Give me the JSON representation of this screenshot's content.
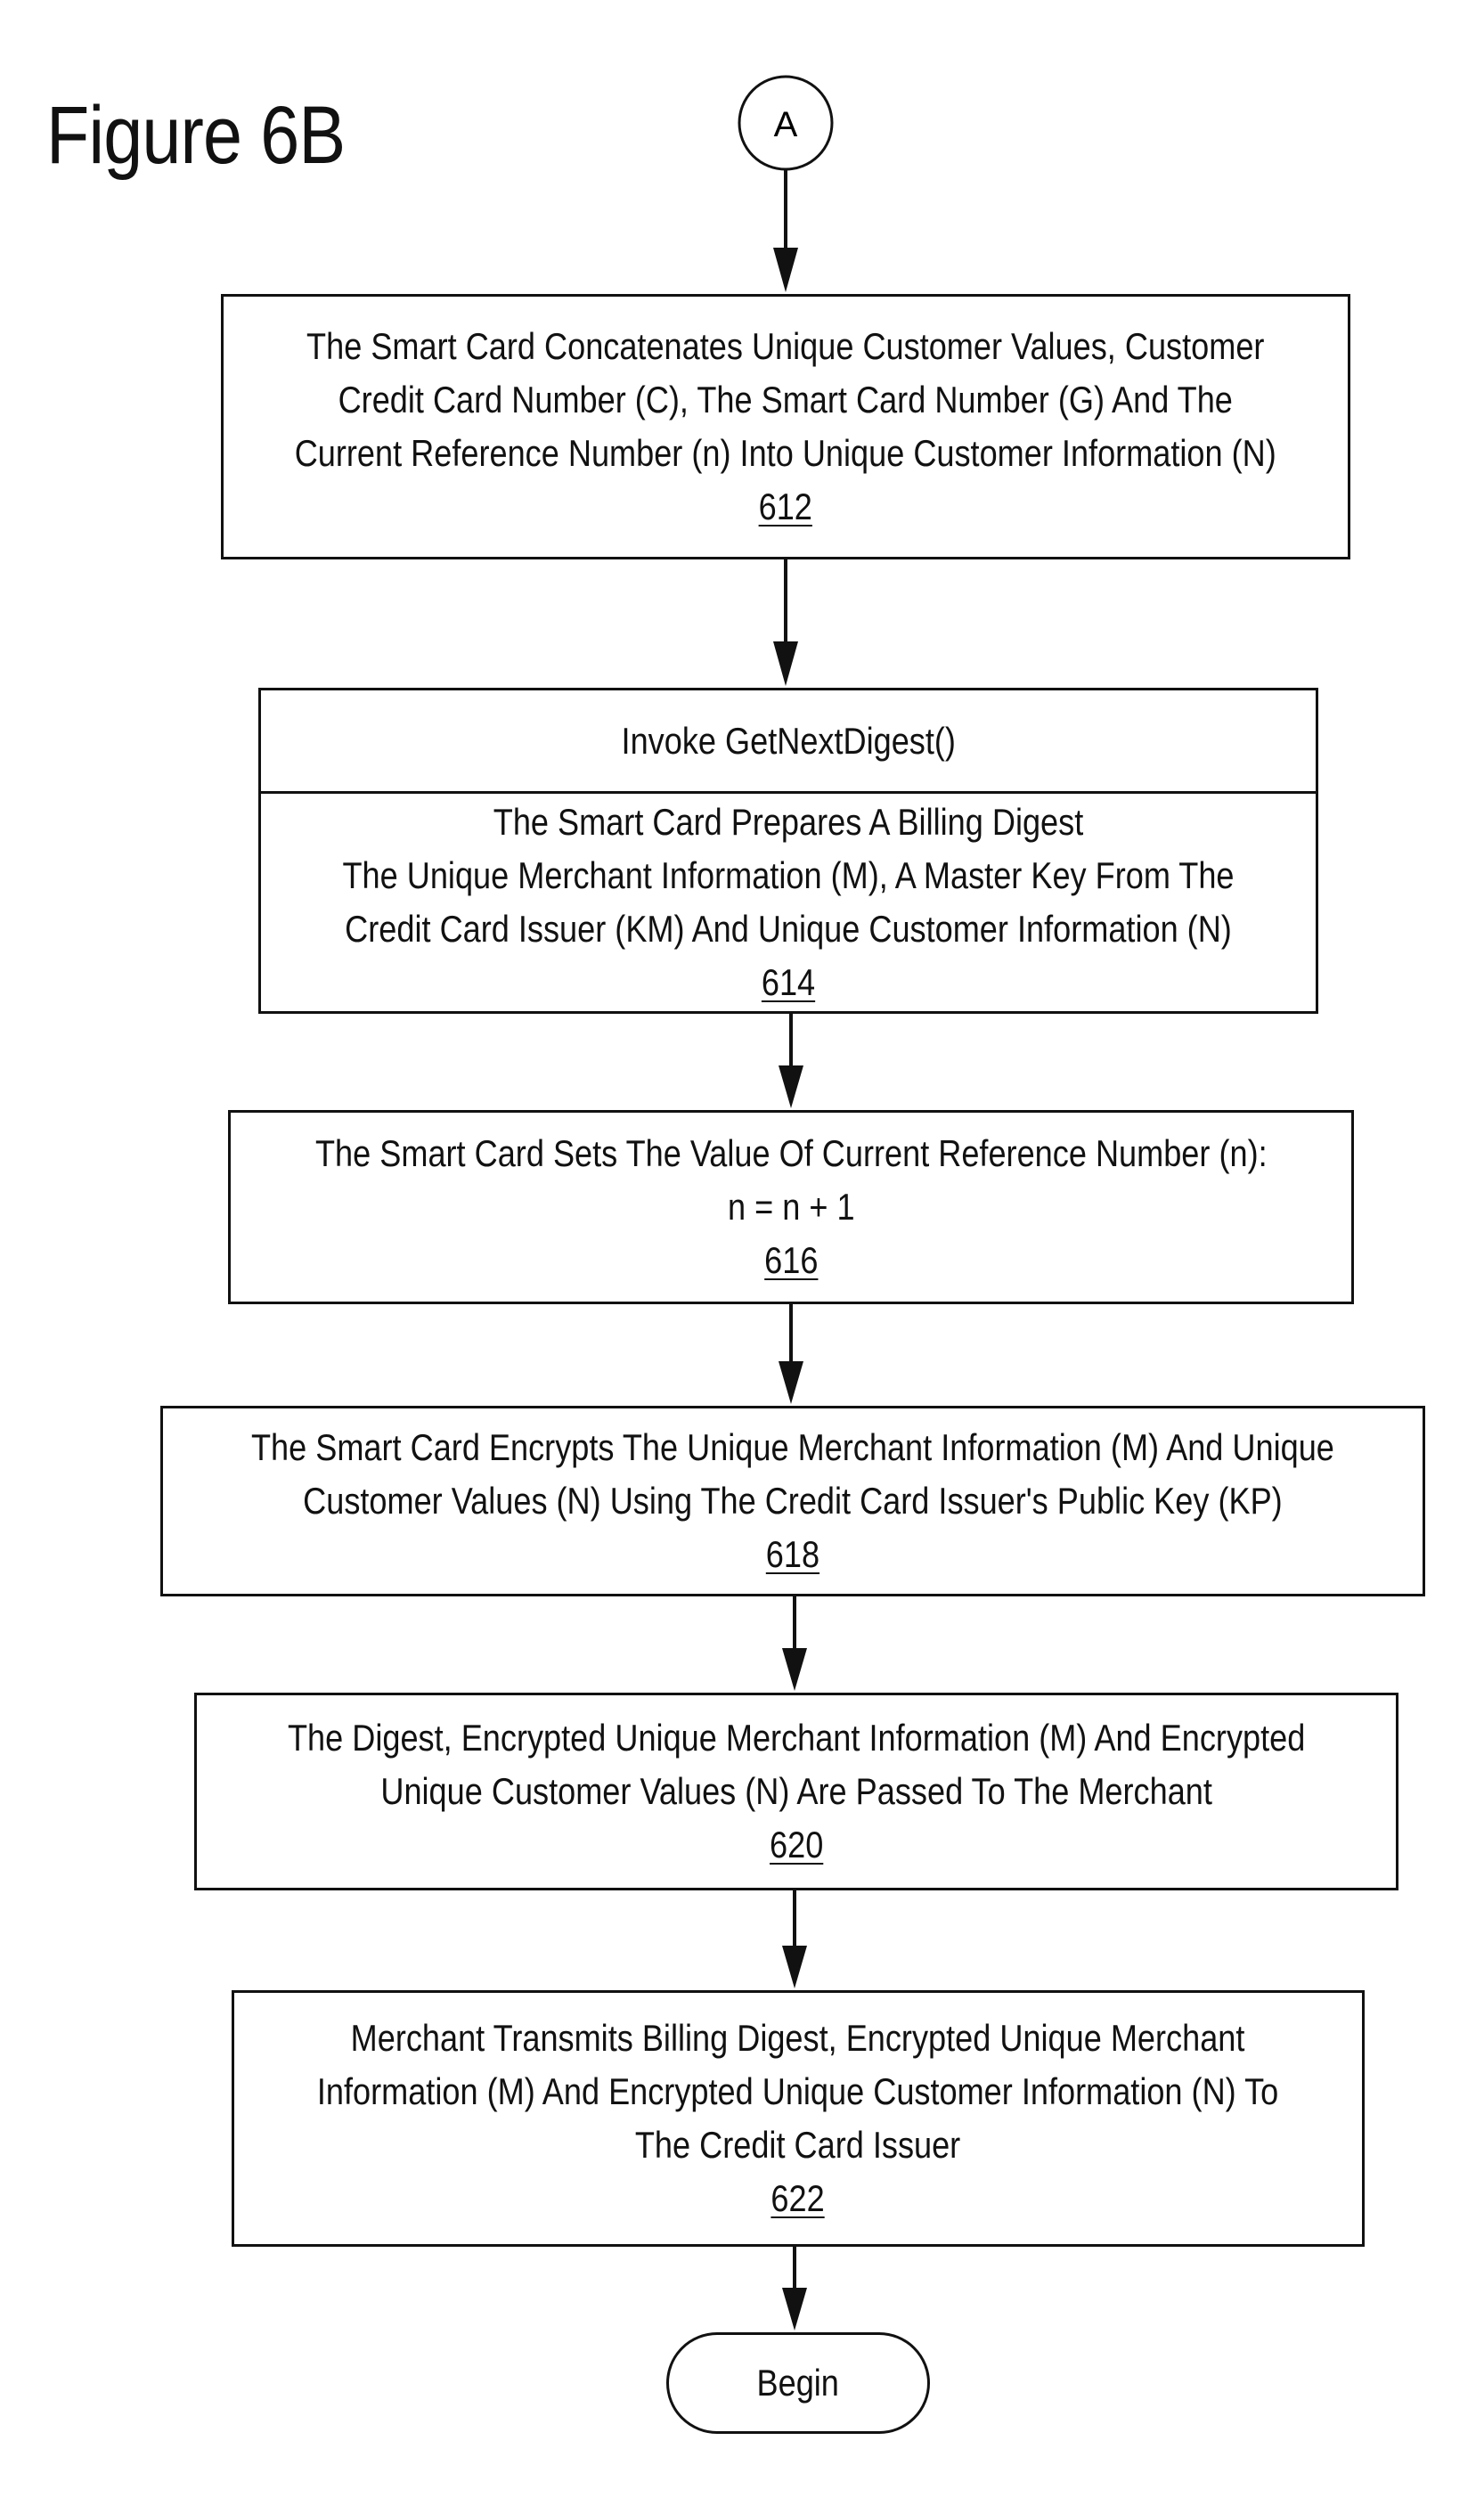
{
  "figure_title": "Figure 6B",
  "connector_top": "A",
  "connector_bottom": "Begin",
  "steps": [
    {
      "lines": [
        "The Smart Card Concatenates Unique Customer Values,  Customer",
        "Credit Card Number (C), The Smart Card Number (G) And The",
        "Current Reference Number (n) Into Unique Customer Information (N)"
      ],
      "ref": "612"
    },
    {
      "header": "Invoke GetNextDigest()",
      "lines": [
        "The Smart Card Prepares A Billing Digest",
        "The Unique Merchant Information (M), A Master Key From The",
        "Credit Card Issuer (KM) And Unique Customer Information (N)"
      ],
      "ref": "614"
    },
    {
      "lines": [
        "The Smart Card Sets The Value Of Current Reference Number (n):",
        "n = n + 1"
      ],
      "ref": "616"
    },
    {
      "lines": [
        "The Smart Card Encrypts The Unique Merchant Information (M) And Unique",
        "Customer Values (N) Using The Credit Card Issuer's Public Key (KP)"
      ],
      "ref": "618"
    },
    {
      "lines": [
        "The Digest, Encrypted Unique Merchant Information (M) And Encrypted",
        "Unique Customer Values (N) Are Passed To The Merchant"
      ],
      "ref": "620"
    },
    {
      "lines": [
        "Merchant Transmits Billing Digest, Encrypted Unique Merchant",
        "Information (M) And Encrypted Unique Customer Information (N) To",
        "The Credit Card Issuer"
      ],
      "ref": "622"
    }
  ]
}
